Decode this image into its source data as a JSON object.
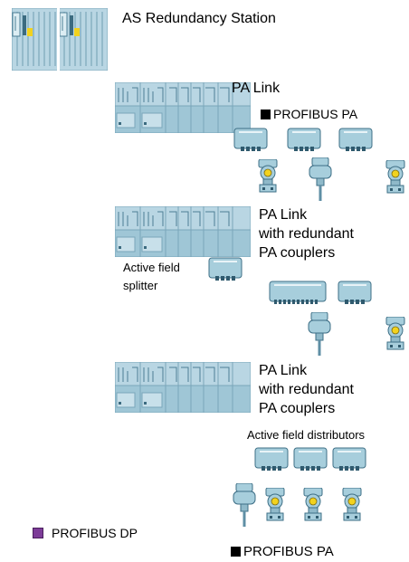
{
  "station": {
    "label": "AS Redundancy Station"
  },
  "link1": {
    "label": "PA Link",
    "bus_label": "PROFIBUS PA"
  },
  "link2": {
    "label_lines": [
      "PA Link",
      "with redundant",
      "PA couplers"
    ],
    "splitter_label_lines": [
      "Active field",
      "splitter"
    ]
  },
  "link3": {
    "label_lines": [
      "PA Link",
      "with redundant",
      "PA couplers"
    ],
    "distributors_label": "Active field distributors"
  },
  "legend": {
    "dp_label": "PROFIBUS DP",
    "pa_label": "PROFIBUS PA"
  },
  "colors": {
    "device": "#a7cedc",
    "device_dark": "#5f8fa5",
    "rack": "#b9d6e3",
    "dp": "#7d3c98",
    "pa": "#000000",
    "yellow": "#f2d21e"
  }
}
